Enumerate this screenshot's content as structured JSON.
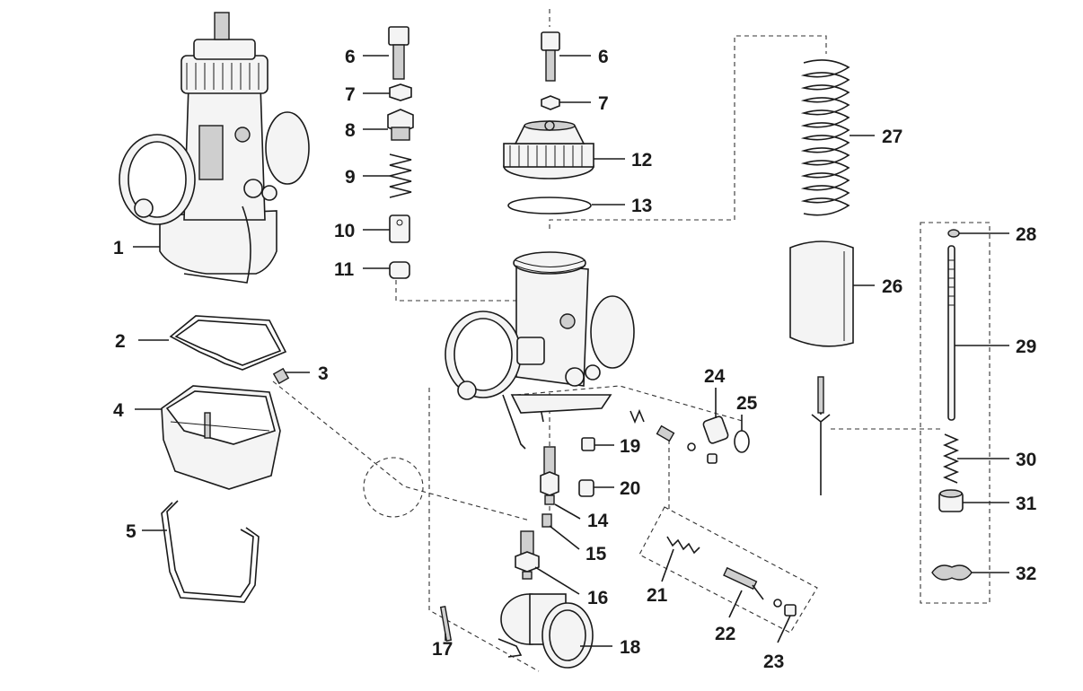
{
  "callouts": [
    "1",
    "2",
    "3",
    "4",
    "5",
    "6",
    "7",
    "8",
    "9",
    "10",
    "11",
    "6",
    "7",
    "12",
    "13",
    "14",
    "15",
    "16",
    "17",
    "18",
    "19",
    "20",
    "21",
    "22",
    "23",
    "24",
    "25",
    "26",
    "27",
    "28",
    "29",
    "30",
    "31",
    "32"
  ],
  "colors": {
    "ink": "#1a1a1a",
    "paper": "#ffffff"
  }
}
